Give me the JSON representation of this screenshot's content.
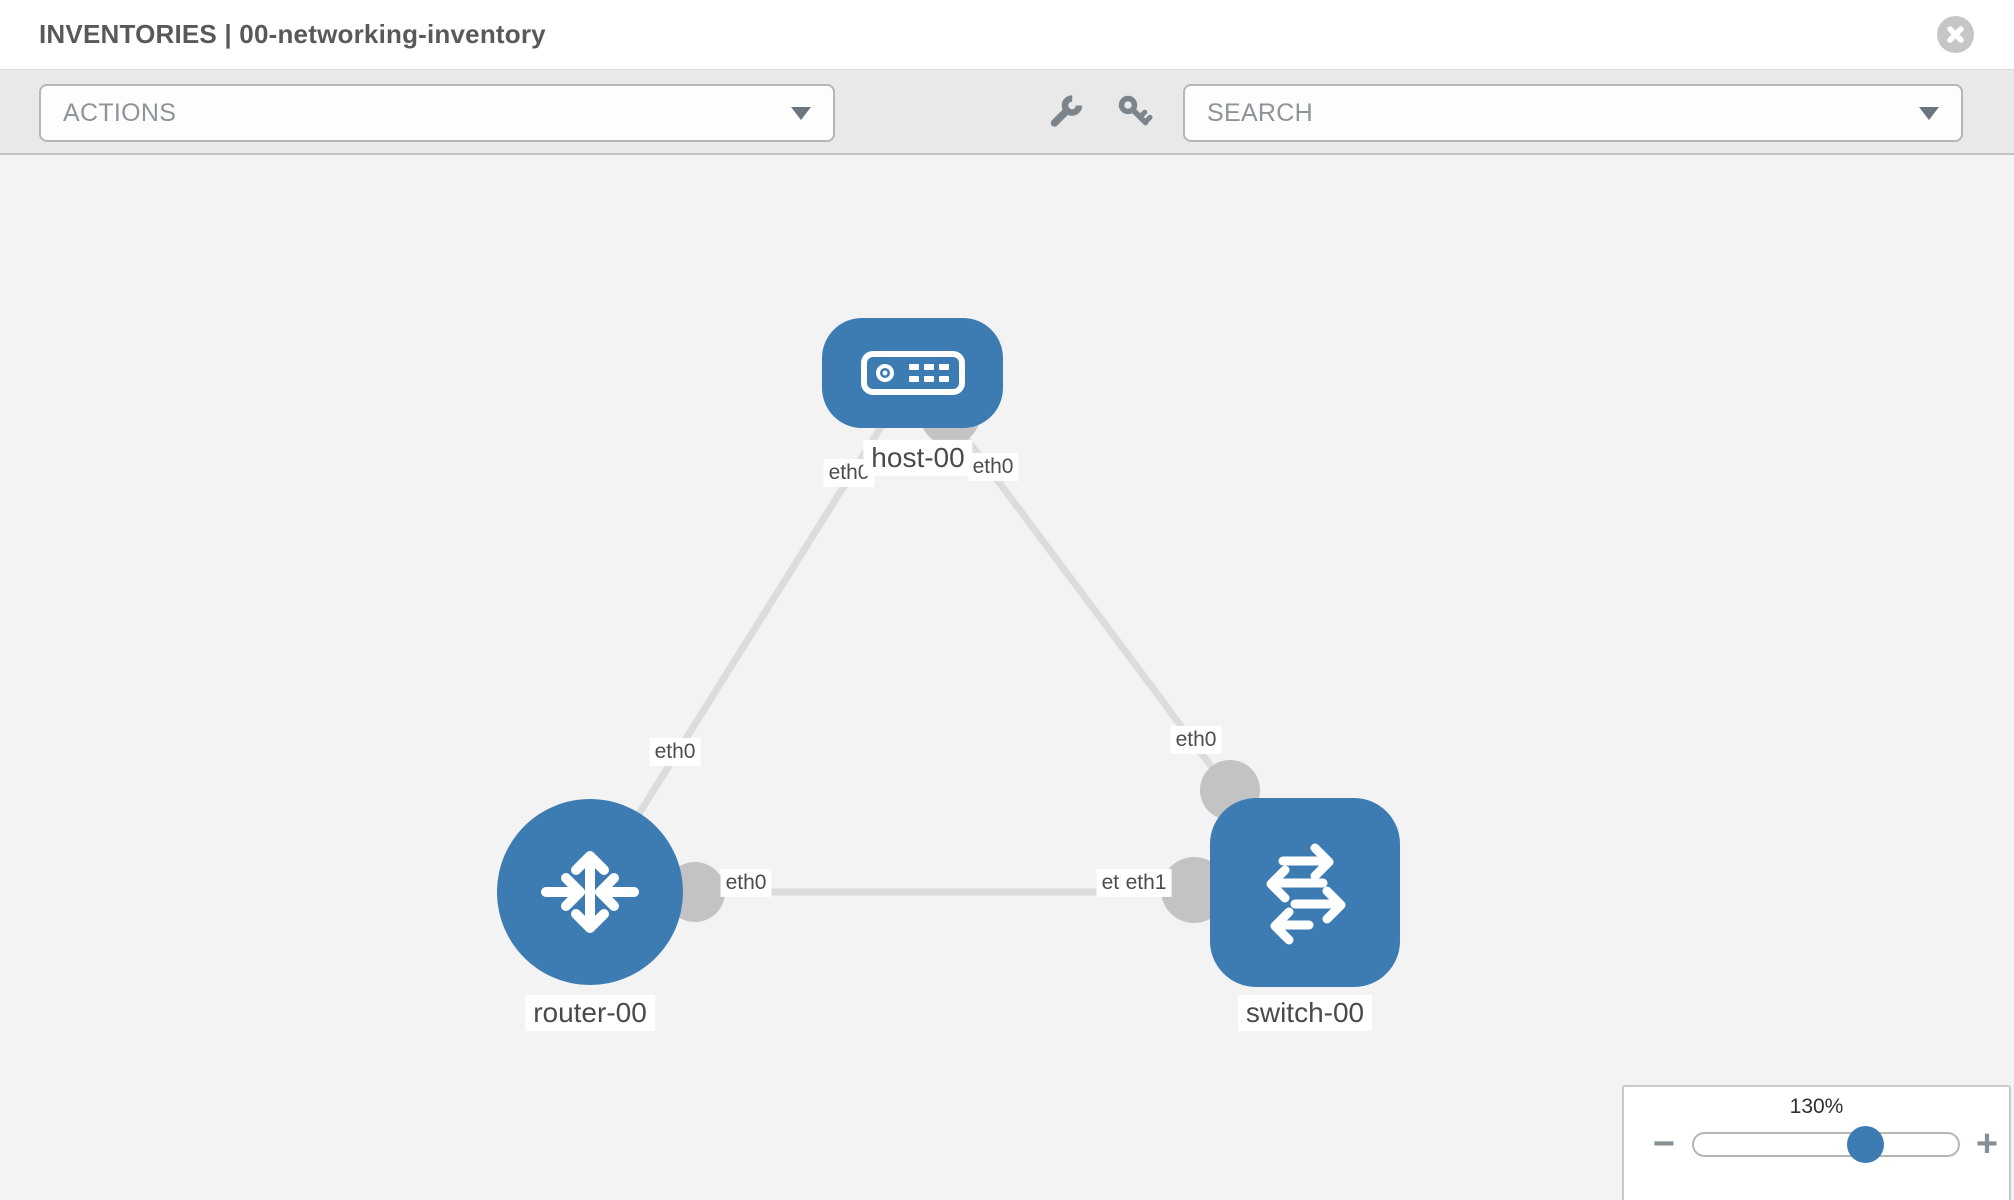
{
  "header": {
    "title": "INVENTORIES | 00-networking-inventory"
  },
  "toolbar": {
    "actions": {
      "placeholder": "ACTIONS"
    },
    "search": {
      "placeholder": "SEARCH"
    },
    "tool_icons": [
      {
        "name": "wrench"
      },
      {
        "name": "key"
      }
    ]
  },
  "topology": {
    "nodes": [
      {
        "label": "host-00",
        "type": "host"
      },
      {
        "label": "router-00",
        "type": "router"
      },
      {
        "label": "switch-00",
        "type": "switch"
      }
    ],
    "links": [
      {
        "from": "router-00",
        "to": "host-00"
      },
      {
        "from": "host-00",
        "to": "switch-00"
      },
      {
        "from": "router-00",
        "to": "switch-00"
      }
    ],
    "interface_labels": [
      {
        "text": "eth0"
      },
      {
        "text": "eth0"
      },
      {
        "text": "eth0"
      },
      {
        "text": "eth0"
      },
      {
        "text": "eth0"
      },
      {
        "text": "eth0"
      },
      {
        "text": "eth1"
      }
    ]
  },
  "zoom_panel": {
    "level": "130%",
    "minus_label": "−",
    "plus_label": "+"
  },
  "colors": {
    "node-blue": "#3d7cb3",
    "link-gray": "#dcdcdc",
    "endpoint-gray": "#c3c3c3",
    "toolbar-bg": "#e9e9e9",
    "canvas-bg": "#f3f3f3",
    "icon-gray": "#7d858c"
  }
}
